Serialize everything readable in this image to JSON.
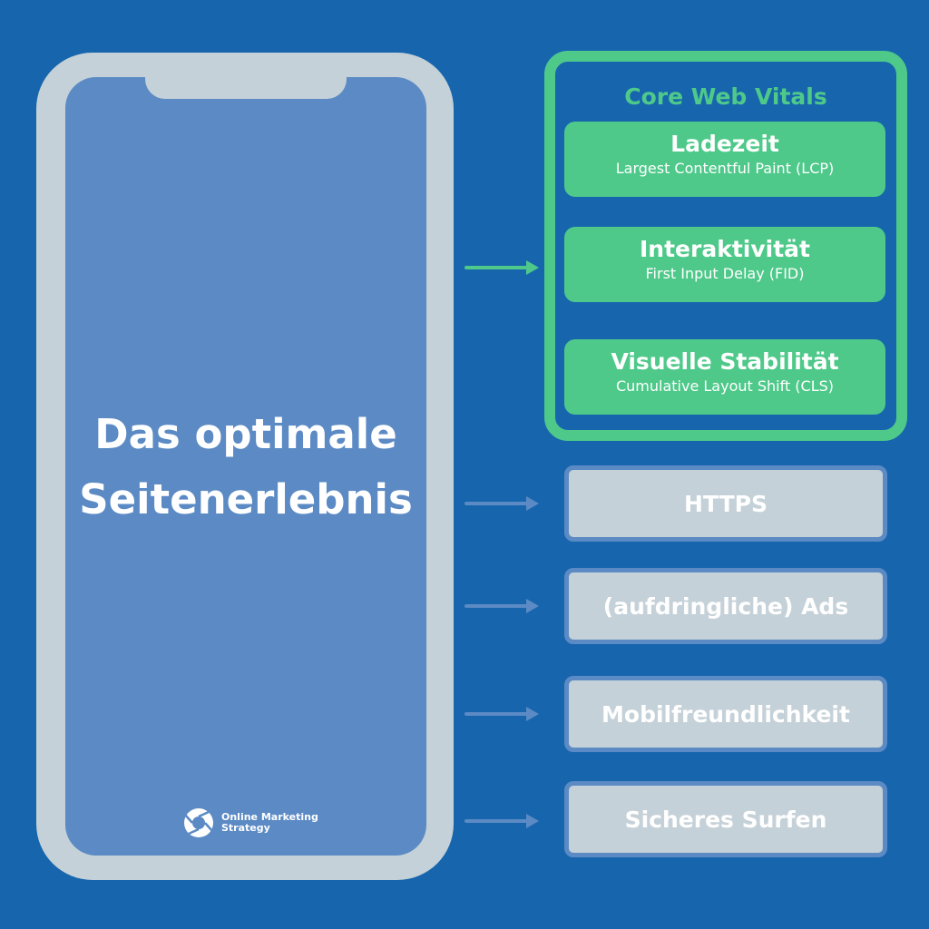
{
  "phone": {
    "headline_line1": "Das optimale",
    "headline_line2": "Seitenerlebnis",
    "logo_line1": "Online Marketing",
    "logo_line2": "Strategy"
  },
  "core_web_vitals": {
    "title": "Core Web Vitals",
    "items": [
      {
        "title": "Ladezeit",
        "subtitle": "Largest Contentful Paint (LCP)"
      },
      {
        "title": "Interaktivität",
        "subtitle": "First Input Delay (FID)"
      },
      {
        "title": "Visuelle Stabilität",
        "subtitle": "Cumulative Layout Shift (CLS)"
      }
    ]
  },
  "factors": [
    "HTTPS",
    "(aufdringliche) Ads",
    "Mobilfreundlichkeit",
    "Sicheres Surfen"
  ],
  "colors": {
    "background": "#1766ad",
    "screen": "#5b8ac4",
    "frame": "#c5d1d8",
    "green": "#4ec98a"
  }
}
